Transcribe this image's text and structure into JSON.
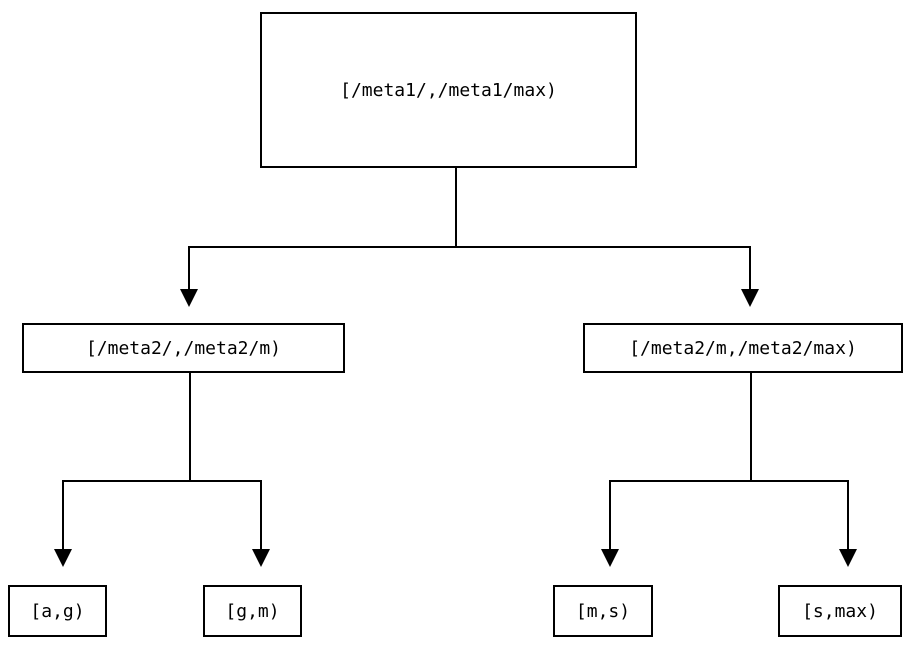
{
  "diagram": {
    "type": "tree",
    "colors": {
      "background": "#ffffff",
      "border": "#000000",
      "line": "#000000",
      "text": "#000000"
    },
    "nodes": {
      "root": {
        "label": "[/meta1/,/meta1/max)"
      },
      "left": {
        "label": "[/meta2/,/meta2/m)"
      },
      "right": {
        "label": "[/meta2/m,/meta2/max)"
      },
      "left_left": {
        "label": "[a,g)"
      },
      "left_right": {
        "label": "[g,m)"
      },
      "right_left": {
        "label": "[m,s)"
      },
      "right_right": {
        "label": "[s,max)"
      }
    },
    "edges": [
      {
        "from": "root",
        "to": "left"
      },
      {
        "from": "root",
        "to": "right"
      },
      {
        "from": "left",
        "to": "left_left"
      },
      {
        "from": "left",
        "to": "left_right"
      },
      {
        "from": "right",
        "to": "right_left"
      },
      {
        "from": "right",
        "to": "right_right"
      }
    ]
  }
}
